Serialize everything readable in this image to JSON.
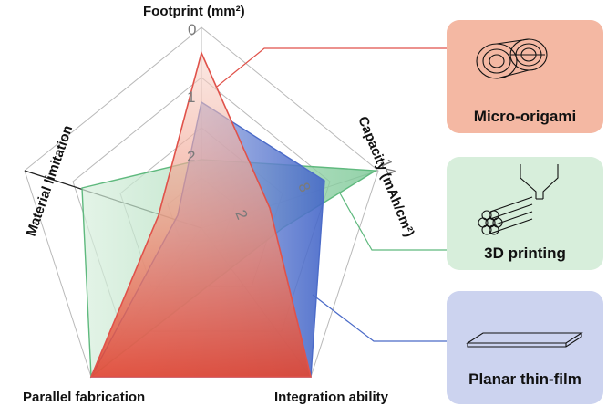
{
  "axes": {
    "footprint": "Footprint (mm²)",
    "capacity": "Capacity (mAh/cm²)",
    "integration": "Integration ability",
    "parallel": "Parallel fabrication",
    "material": "Material limitation"
  },
  "footprint_ticks": [
    "0",
    "1",
    "2"
  ],
  "capacity_ticks": [
    "2",
    "8",
    "14"
  ],
  "legend": [
    {
      "label": "Micro-origami",
      "icon": "rolled-spiral-icon",
      "color": "#f4b8a3",
      "line_color": "#e0524a"
    },
    {
      "label": "3D printing",
      "icon": "stacked-rods-icon",
      "color": "#d7eedb",
      "line_color": "#51b07a"
    },
    {
      "label": "Planar thin-film",
      "icon": "flat-plate-icon",
      "color": "#ccd3ef",
      "line_color": "#4563ba"
    }
  ],
  "colors": {
    "micro_origami": "#e0524a",
    "printing_3d": "#5fb97e",
    "planar": "#4b6bc8",
    "grid": "#b9b9b9"
  }
}
